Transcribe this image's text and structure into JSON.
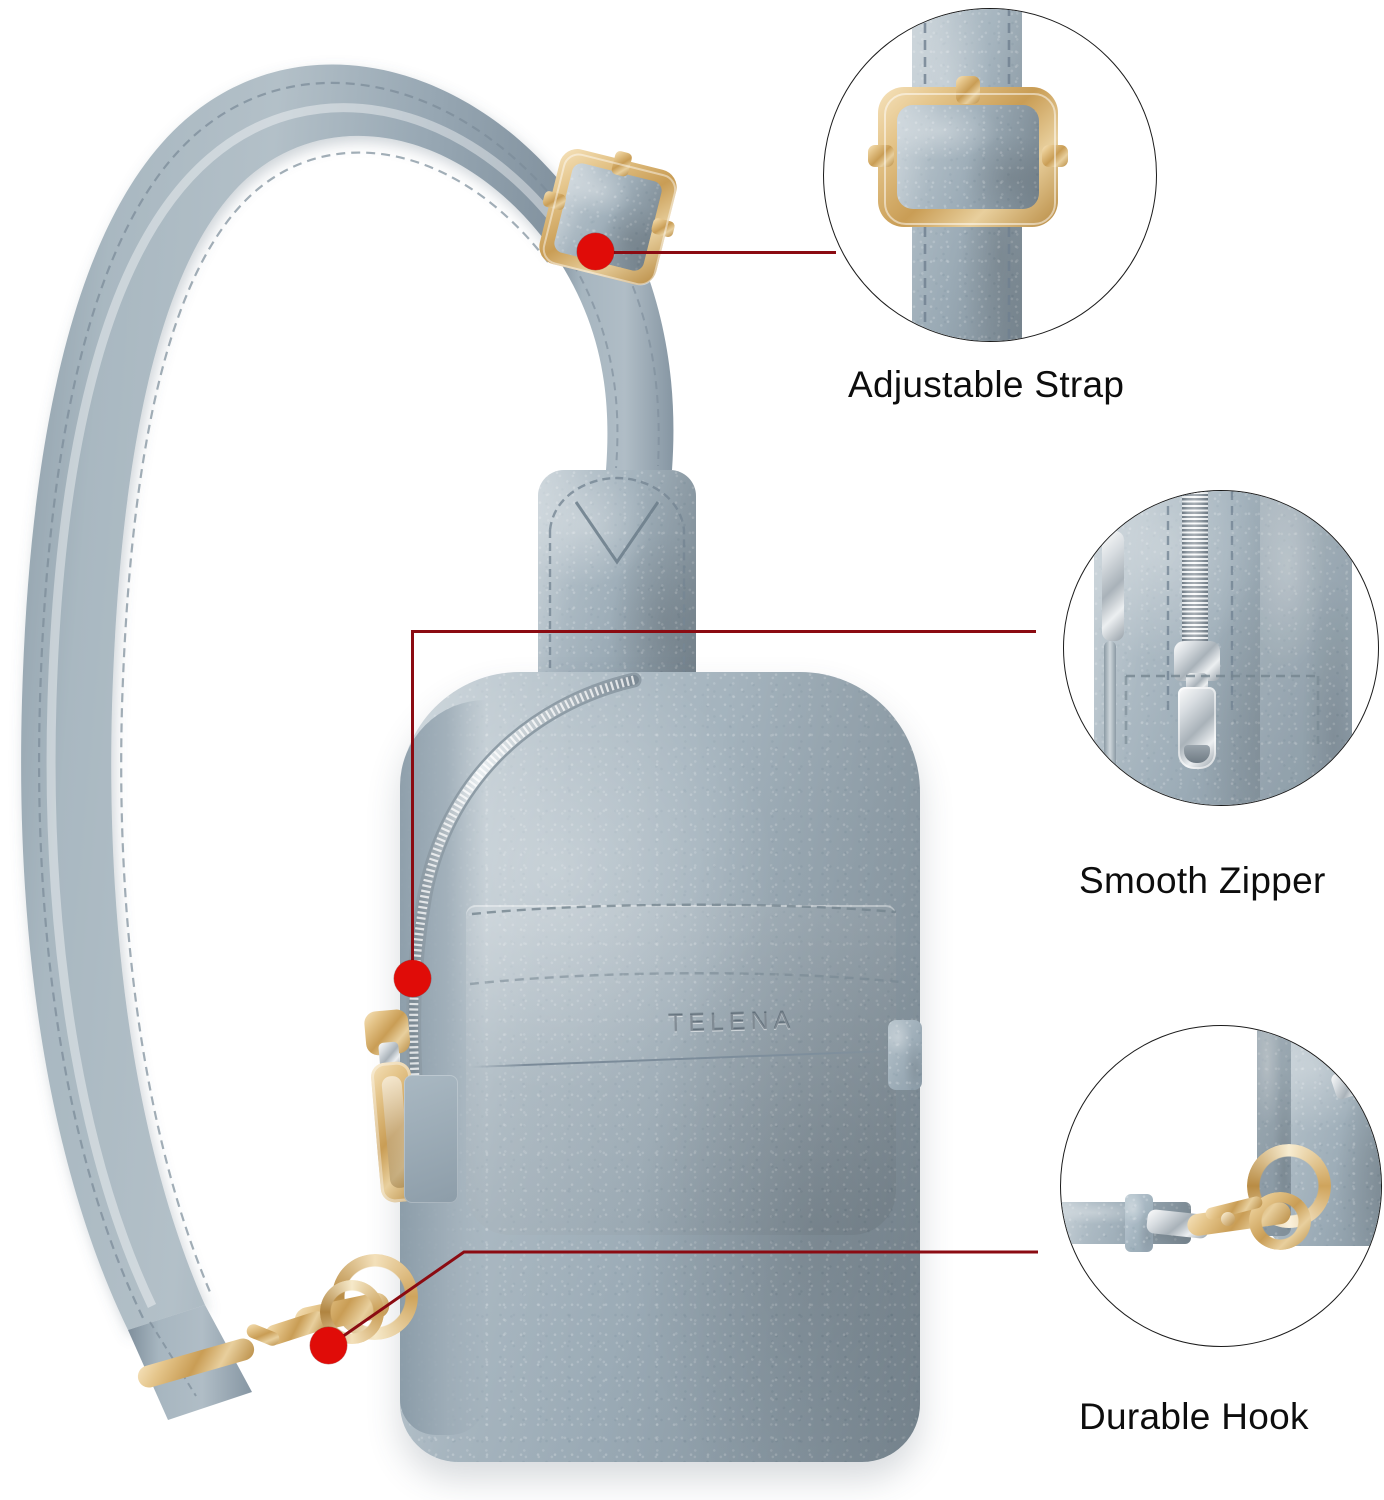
{
  "product": {
    "brand_emboss": "TELENA",
    "type": "sling bag product infographic",
    "leather_color": "#a6b5bf",
    "strap_color": "#97a7b2",
    "hardware_gold": "#d7ae68",
    "hardware_silver": "#cdd4d9",
    "background": "#ffffff"
  },
  "annotation": {
    "line_color": "#8b0b12",
    "dot_color": "#e00c08",
    "circle_border_color": "#1b1b1b"
  },
  "features": [
    {
      "id": "adjustable-strap",
      "label": "Adjustable Strap",
      "detail_icon": "strap-buckle-icon",
      "description_visual": "gold rectangular slider buckle on blue-grey leather strap"
    },
    {
      "id": "smooth-zipper",
      "label": "Smooth Zipper",
      "detail_icon": "zipper-pull-icon",
      "description_visual": "silver metal zipper chain with elongated pull tab"
    },
    {
      "id": "durable-hook",
      "label": "Durable Hook",
      "detail_icon": "swivel-hook-icon",
      "description_visual": "gold swivel snap hook joining strap to bag D-ring"
    }
  ]
}
